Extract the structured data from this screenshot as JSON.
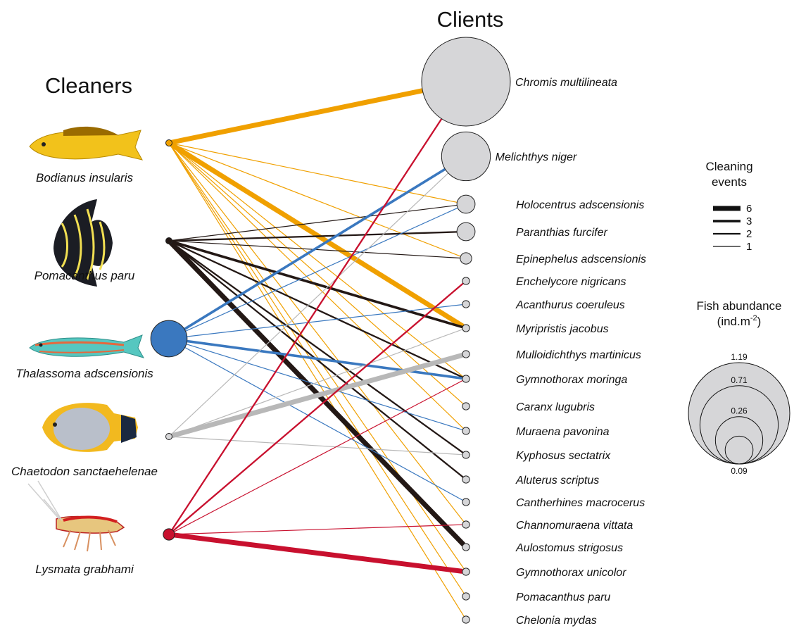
{
  "headings": {
    "cleaners": "Cleaners",
    "clients": "Clients"
  },
  "cleaners": [
    {
      "name": "Bodianus insularis",
      "color": "#f0a000",
      "fill": "#f0a000",
      "abundance": 0.005
    },
    {
      "name": "Pomacanthus paru",
      "color": "#231815",
      "fill": "#231815",
      "abundance": 0.004
    },
    {
      "name": "Thalassoma adscensionis",
      "color": "#3a78bf",
      "fill": "#3a78bf",
      "abundance": 0.2
    },
    {
      "name": "Chaetodon sanctaehelenae",
      "color": "#b8b8b8",
      "fill": "#d6d6d8",
      "abundance": 0.006
    },
    {
      "name": "Lysmata grabhami",
      "color": "#c8102e",
      "fill": "#c8102e",
      "abundance": 0.02
    }
  ],
  "clients": [
    {
      "name": "Chromis multilineata",
      "abundance": 1.19
    },
    {
      "name": "Melichthys niger",
      "abundance": 0.36
    },
    {
      "name": "Holocentrus adscensionis",
      "abundance": 0.05
    },
    {
      "name": "Paranthias furcifer",
      "abundance": 0.05
    },
    {
      "name": "Epinephelus adscensionis",
      "abundance": 0.02
    },
    {
      "name": "Enchelycore nigricans",
      "abundance": 0.008
    },
    {
      "name": "Acanthurus coeruleus",
      "abundance": 0.008
    },
    {
      "name": "Myripristis jacobus",
      "abundance": 0.008
    },
    {
      "name": "Mulloidichthys martinicus",
      "abundance": 0.008
    },
    {
      "name": "Gymnothorax moringa",
      "abundance": 0.008
    },
    {
      "name": "Caranx lugubris",
      "abundance": 0.008
    },
    {
      "name": "Muraena pavonina",
      "abundance": 0.008
    },
    {
      "name": "Kyphosus sectatrix",
      "abundance": 0.008
    },
    {
      "name": "Aluterus scriptus",
      "abundance": 0.008
    },
    {
      "name": "Cantherhines macrocerus",
      "abundance": 0.008
    },
    {
      "name": "Channomuraena vittata",
      "abundance": 0.008
    },
    {
      "name": "Aulostomus strigosus",
      "abundance": 0.008
    },
    {
      "name": "Gymnothorax unicolor",
      "abundance": 0.008
    },
    {
      "name": "Pomacanthus paru",
      "abundance": 0.008
    },
    {
      "name": "Chelonia mydas",
      "abundance": 0.008
    }
  ],
  "links": [
    {
      "cleaner": 0,
      "client": 0,
      "events": 6
    },
    {
      "cleaner": 0,
      "client": 2,
      "events": 1
    },
    {
      "cleaner": 0,
      "client": 4,
      "events": 1
    },
    {
      "cleaner": 0,
      "client": 7,
      "events": 6
    },
    {
      "cleaner": 0,
      "client": 9,
      "events": 1
    },
    {
      "cleaner": 0,
      "client": 10,
      "events": 1
    },
    {
      "cleaner": 0,
      "client": 11,
      "events": 1
    },
    {
      "cleaner": 0,
      "client": 15,
      "events": 1
    },
    {
      "cleaner": 0,
      "client": 17,
      "events": 1
    },
    {
      "cleaner": 0,
      "client": 18,
      "events": 1
    },
    {
      "cleaner": 0,
      "client": 19,
      "events": 1
    },
    {
      "cleaner": 1,
      "client": 2,
      "events": 1
    },
    {
      "cleaner": 1,
      "client": 3,
      "events": 2
    },
    {
      "cleaner": 1,
      "client": 4,
      "events": 1
    },
    {
      "cleaner": 1,
      "client": 7,
      "events": 3
    },
    {
      "cleaner": 1,
      "client": 9,
      "events": 2
    },
    {
      "cleaner": 1,
      "client": 12,
      "events": 2
    },
    {
      "cleaner": 1,
      "client": 13,
      "events": 2
    },
    {
      "cleaner": 1,
      "client": 16,
      "events": 6
    },
    {
      "cleaner": 2,
      "client": 1,
      "events": 3
    },
    {
      "cleaner": 2,
      "client": 2,
      "events": 1
    },
    {
      "cleaner": 2,
      "client": 6,
      "events": 1
    },
    {
      "cleaner": 2,
      "client": 9,
      "events": 3
    },
    {
      "cleaner": 2,
      "client": 11,
      "events": 1
    },
    {
      "cleaner": 2,
      "client": 14,
      "events": 1
    },
    {
      "cleaner": 3,
      "client": 1,
      "events": 1
    },
    {
      "cleaner": 3,
      "client": 7,
      "events": 1
    },
    {
      "cleaner": 3,
      "client": 8,
      "events": 6
    },
    {
      "cleaner": 3,
      "client": 12,
      "events": 1
    },
    {
      "cleaner": 4,
      "client": 0,
      "events": 2
    },
    {
      "cleaner": 4,
      "client": 5,
      "events": 2
    },
    {
      "cleaner": 4,
      "client": 9,
      "events": 1
    },
    {
      "cleaner": 4,
      "client": 15,
      "events": 1
    },
    {
      "cleaner": 4,
      "client": 17,
      "events": 6
    }
  ],
  "legend": {
    "events_title": [
      "Cleaning",
      "events"
    ],
    "events": [
      6,
      3,
      2,
      1
    ],
    "abundance_title": [
      "Fish abundance",
      "(ind.m",
      "-2",
      ")"
    ],
    "abundance": [
      1.19,
      0.71,
      0.26,
      0.09
    ]
  },
  "colors": {
    "node_fill": "#d6d6d8",
    "node_stroke": "#222222"
  }
}
